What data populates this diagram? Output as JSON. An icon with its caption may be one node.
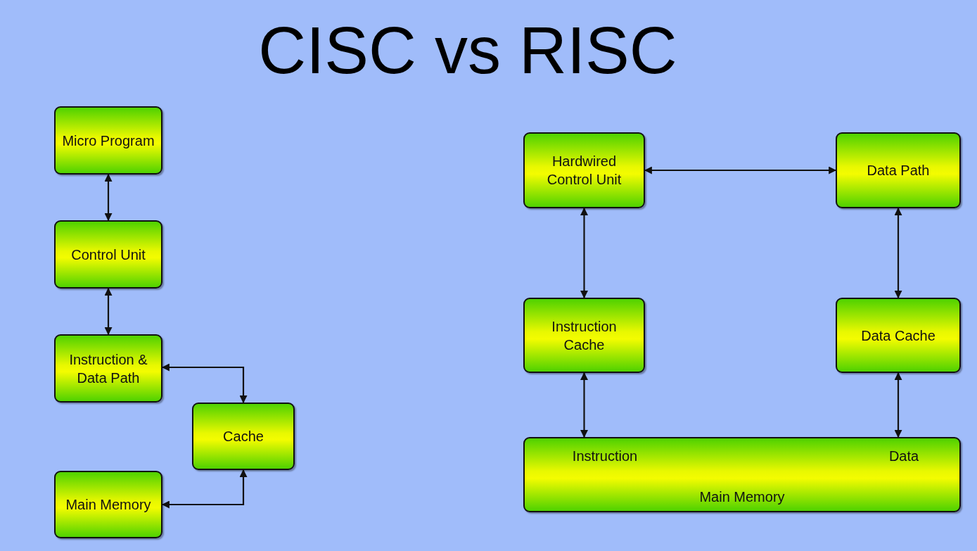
{
  "diagram": {
    "title": "CISC vs RISC",
    "nodes": [
      {
        "text": [
          "Micro Program"
        ]
      },
      {
        "text": [
          "Control Unit"
        ]
      },
      {
        "text": [
          "Instruction & Data Path"
        ]
      },
      {
        "text": [
          "Cache"
        ]
      },
      {
        "text": [
          "Main Memory"
        ]
      },
      {
        "text": [
          "Hardwired Control Unit"
        ]
      },
      {
        "text": [
          "Data Path"
        ]
      },
      {
        "text": [
          "Instruction Cache"
        ]
      },
      {
        "text": [
          "Data Cache"
        ]
      },
      {
        "text": [
          "Instruction",
          "Data",
          "Main Memory"
        ]
      }
    ],
    "edges": [
      {
        "from": 0,
        "to": 1,
        "arrow": "both"
      },
      {
        "from": 1,
        "to": 2,
        "arrow": "both"
      },
      {
        "from": 2,
        "to": 3,
        "arrow": "both"
      },
      {
        "from": 4,
        "to": 3,
        "arrow": "both"
      },
      {
        "from": 5,
        "to": 6,
        "arrow": "both"
      },
      {
        "from": 5,
        "to": 7,
        "arrow": "both"
      },
      {
        "from": 6,
        "to": 8,
        "arrow": "both"
      },
      {
        "from": 7,
        "to": 9,
        "arrow": "both"
      },
      {
        "from": 8,
        "to": 9,
        "arrow": "both"
      }
    ]
  }
}
